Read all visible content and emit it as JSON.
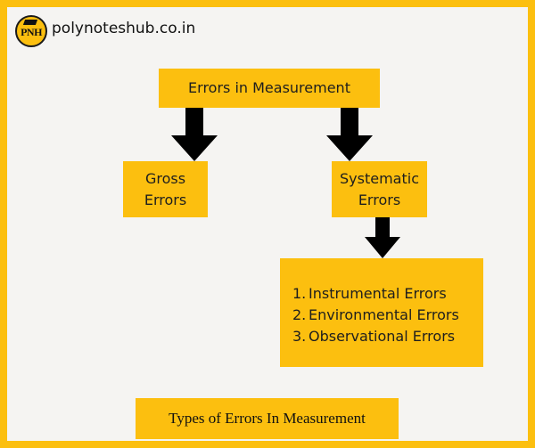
{
  "header": {
    "logo_text": "PNH",
    "site_name": "polynoteshub.co.in"
  },
  "diagram": {
    "root": "Errors in Measurement",
    "gross_line1": "Gross",
    "gross_line2": "Errors",
    "systematic_line1": "Systematic",
    "systematic_line2": "Errors",
    "systematic_types": [
      {
        "num": "1.",
        "label": "Instrumental Errors"
      },
      {
        "num": "2.",
        "label": "Environmental Errors"
      },
      {
        "num": "3.",
        "label": "Observational Errors"
      }
    ]
  },
  "footer": {
    "caption": "Types of Errors In Measurement"
  },
  "colors": {
    "accent": "#fcbf0f",
    "background": "#f5f4f2",
    "arrow": "#000000"
  }
}
